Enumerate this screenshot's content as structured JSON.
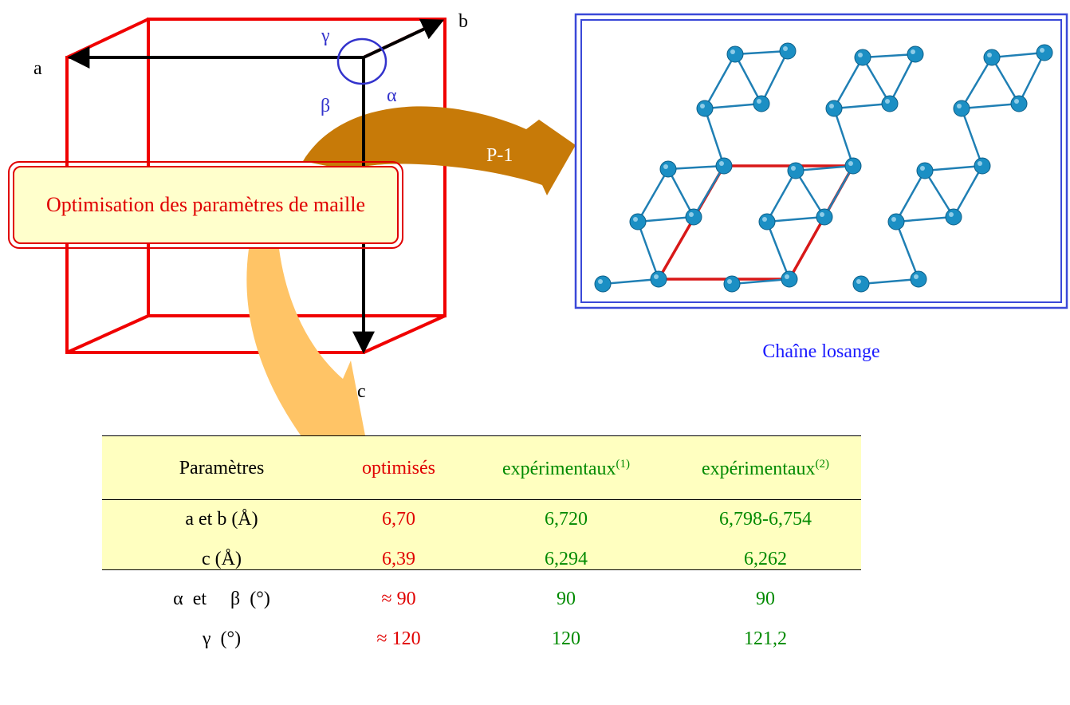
{
  "diagram": {
    "axis_labels": {
      "a": "a",
      "b": "b",
      "c": "c"
    },
    "angle_labels": {
      "alpha": "α",
      "beta": "β",
      "gamma": "γ"
    },
    "transform_label": "P-1",
    "optimisation_label": "Optimisation des paramètres de maille",
    "structure_caption": "Chaîne losange"
  },
  "colors": {
    "cell_edges": "#f00000",
    "vectors": "#000000",
    "angles": "#3333cc",
    "arrow_brown": "#c77a08",
    "arrow_orange": "#ffc466",
    "atoms": "#1b8fc4",
    "bonds": "#1f7fb4",
    "unit_cell": "#d81818",
    "table_bg": "#ffffc0",
    "optimised": "#e00000",
    "experimental": "#008a00"
  },
  "table": {
    "headers": {
      "param": "Paramètres",
      "opt": "optimisés",
      "exp1": "expérimentaux",
      "exp1_sup": "(1)",
      "exp2": "expérimentaux",
      "exp2_sup": "(2)"
    },
    "rows": [
      {
        "param": "a et b (Å)",
        "opt": "6,70",
        "exp1": "6,720",
        "exp2": "6,798-6,754"
      },
      {
        "param": "c (Å)",
        "opt": "6,39",
        "exp1": "6,294",
        "exp2": "6,262"
      },
      {
        "param": "α  et     β  (°)",
        "opt": "≈ 90",
        "exp1": "90",
        "exp2": "90"
      },
      {
        "param": "γ  (°)",
        "opt": "≈ 120",
        "exp1": "120",
        "exp2": "121,2"
      }
    ]
  }
}
